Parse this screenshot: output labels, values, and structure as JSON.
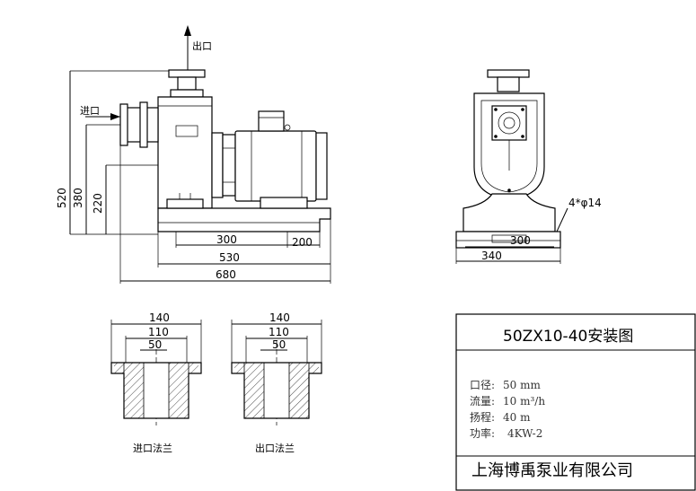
{
  "side_view": {
    "outlet_label": "出口",
    "inlet_label": "进口",
    "dims": {
      "h520": "520",
      "h380": "380",
      "h220": "220",
      "w300": "300",
      "w200": "200",
      "w530": "530",
      "w680": "680"
    }
  },
  "end_view": {
    "hole_label": "4*φ14",
    "w300": "300",
    "w340": "340"
  },
  "flanges": {
    "inlet": {
      "label": "进口法兰",
      "d140": "140",
      "d110": "110",
      "d50": "50"
    },
    "outlet": {
      "label": "出口法兰",
      "d140": "140",
      "d110": "110",
      "d50": "50"
    }
  },
  "title_block": {
    "title": "50ZX10-40安装图",
    "specs": [
      {
        "label": "口径:",
        "value": "50  mm"
      },
      {
        "label": "流量:",
        "value": "10 m³/h"
      },
      {
        "label": "扬程:",
        "value": "40  m"
      },
      {
        "label": "功率:",
        "value": "4KW-2"
      }
    ],
    "company": "上海博禹泵业有限公司"
  }
}
